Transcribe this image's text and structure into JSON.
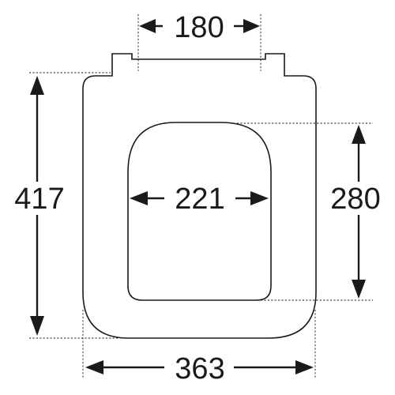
{
  "dimensions": {
    "hinge_width": "180",
    "overall_length": "417",
    "opening_width": "221",
    "opening_length": "280",
    "overall_width": "363"
  }
}
